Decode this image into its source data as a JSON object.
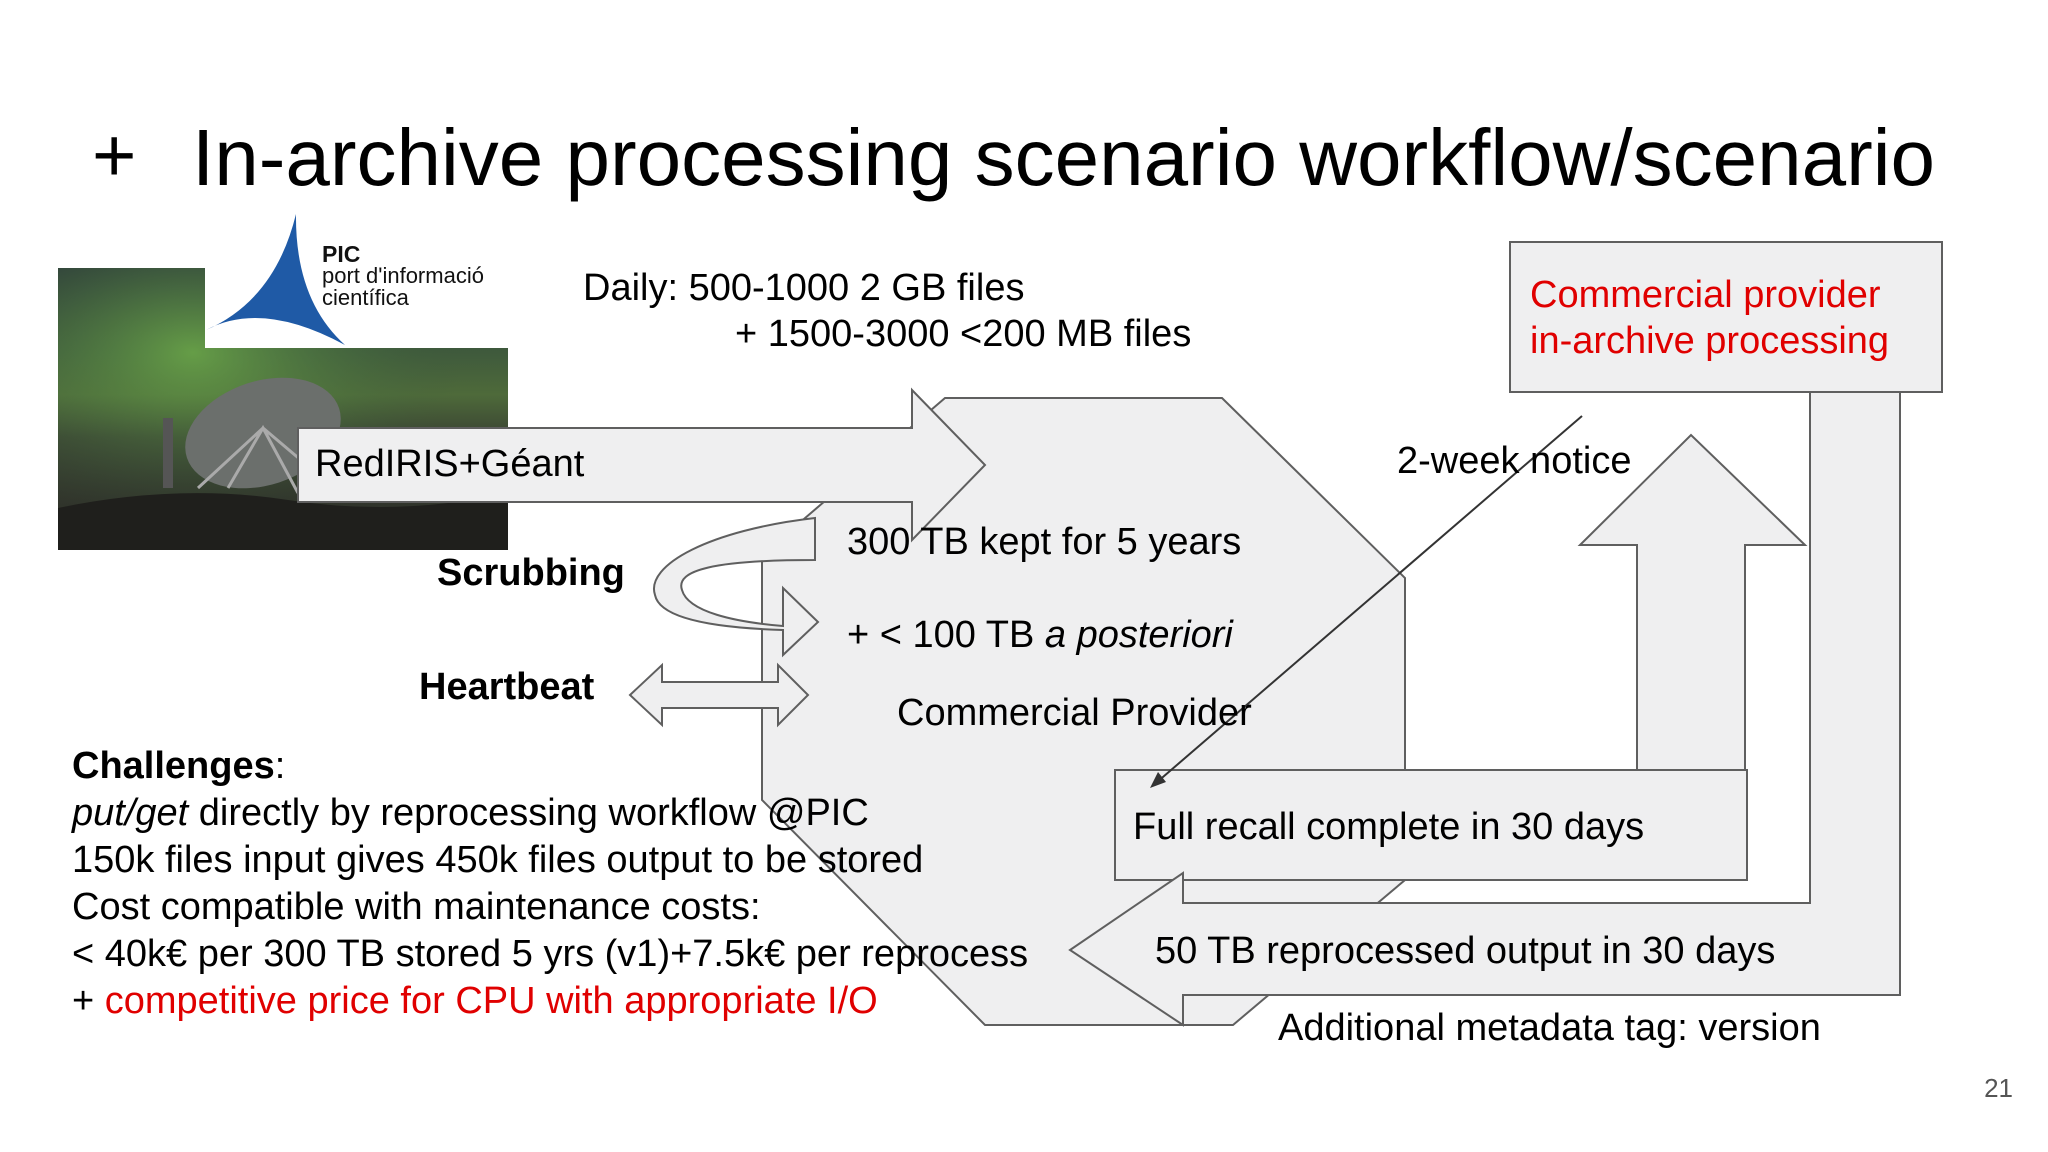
{
  "slide": {
    "title_bullet": "+",
    "title": "In-archive processing scenario workflow/scenario",
    "page_number": "21"
  },
  "logo": {
    "line1": "PIC",
    "line2": "port d'informació",
    "line3": "científica"
  },
  "daily": {
    "line1": "Daily: 500-1000 2 GB files",
    "line2": "+ 1500-3000 <200 MB files"
  },
  "commercial_box": {
    "line1": "Commercial provider",
    "line2": "in-archive processing"
  },
  "labels": {
    "rediris": "RedIRIS+Géant",
    "two_week": "2-week notice",
    "scrubbing": "Scrubbing",
    "heartbeat": "Heartbeat",
    "kept": "300 TB kept for 5 years",
    "posteriori_prefix": "+ < 100 TB ",
    "posteriori_italic": "a posteriori",
    "commercial_provider": "Commercial Provider",
    "full_recall": "Full recall complete in 30 days",
    "reprocessed": "50 TB reprocessed output in 30 days",
    "metadata": "Additional metadata tag: version"
  },
  "challenges": {
    "heading": "Challenges",
    "heading_suffix": ":",
    "line1_italic": "put/get",
    "line1_rest": " directly by reprocessing workflow @PIC",
    "line2": "150k files input gives 450k files output to be stored",
    "line3": "Cost compatible with maintenance costs:",
    "line4": "< 40k€ per 300 TB stored 5 yrs (v1)+7.5k€ per reprocess",
    "line5_prefix": "+  ",
    "line5_red": "competitive price for CPU with appropriate I/O"
  },
  "colors": {
    "shape_fill": "#efeff0",
    "shape_stroke": "#5f5f5f",
    "accent_red": "#e00000",
    "logo_blue": "#1f5aa6"
  }
}
